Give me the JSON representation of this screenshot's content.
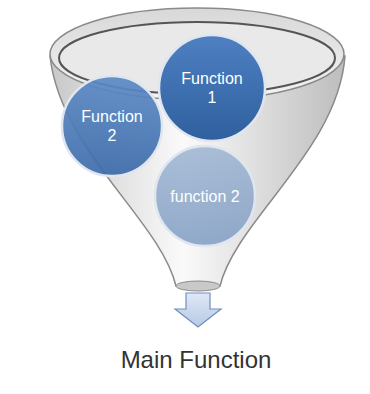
{
  "diagram": {
    "nodes": [
      {
        "text": [
          "Function 2"
        ]
      },
      {
        "text": [
          "Function 1"
        ]
      },
      {
        "text": [
          "function 2"
        ]
      }
    ],
    "labels": [
      "Main Function"
    ]
  }
}
